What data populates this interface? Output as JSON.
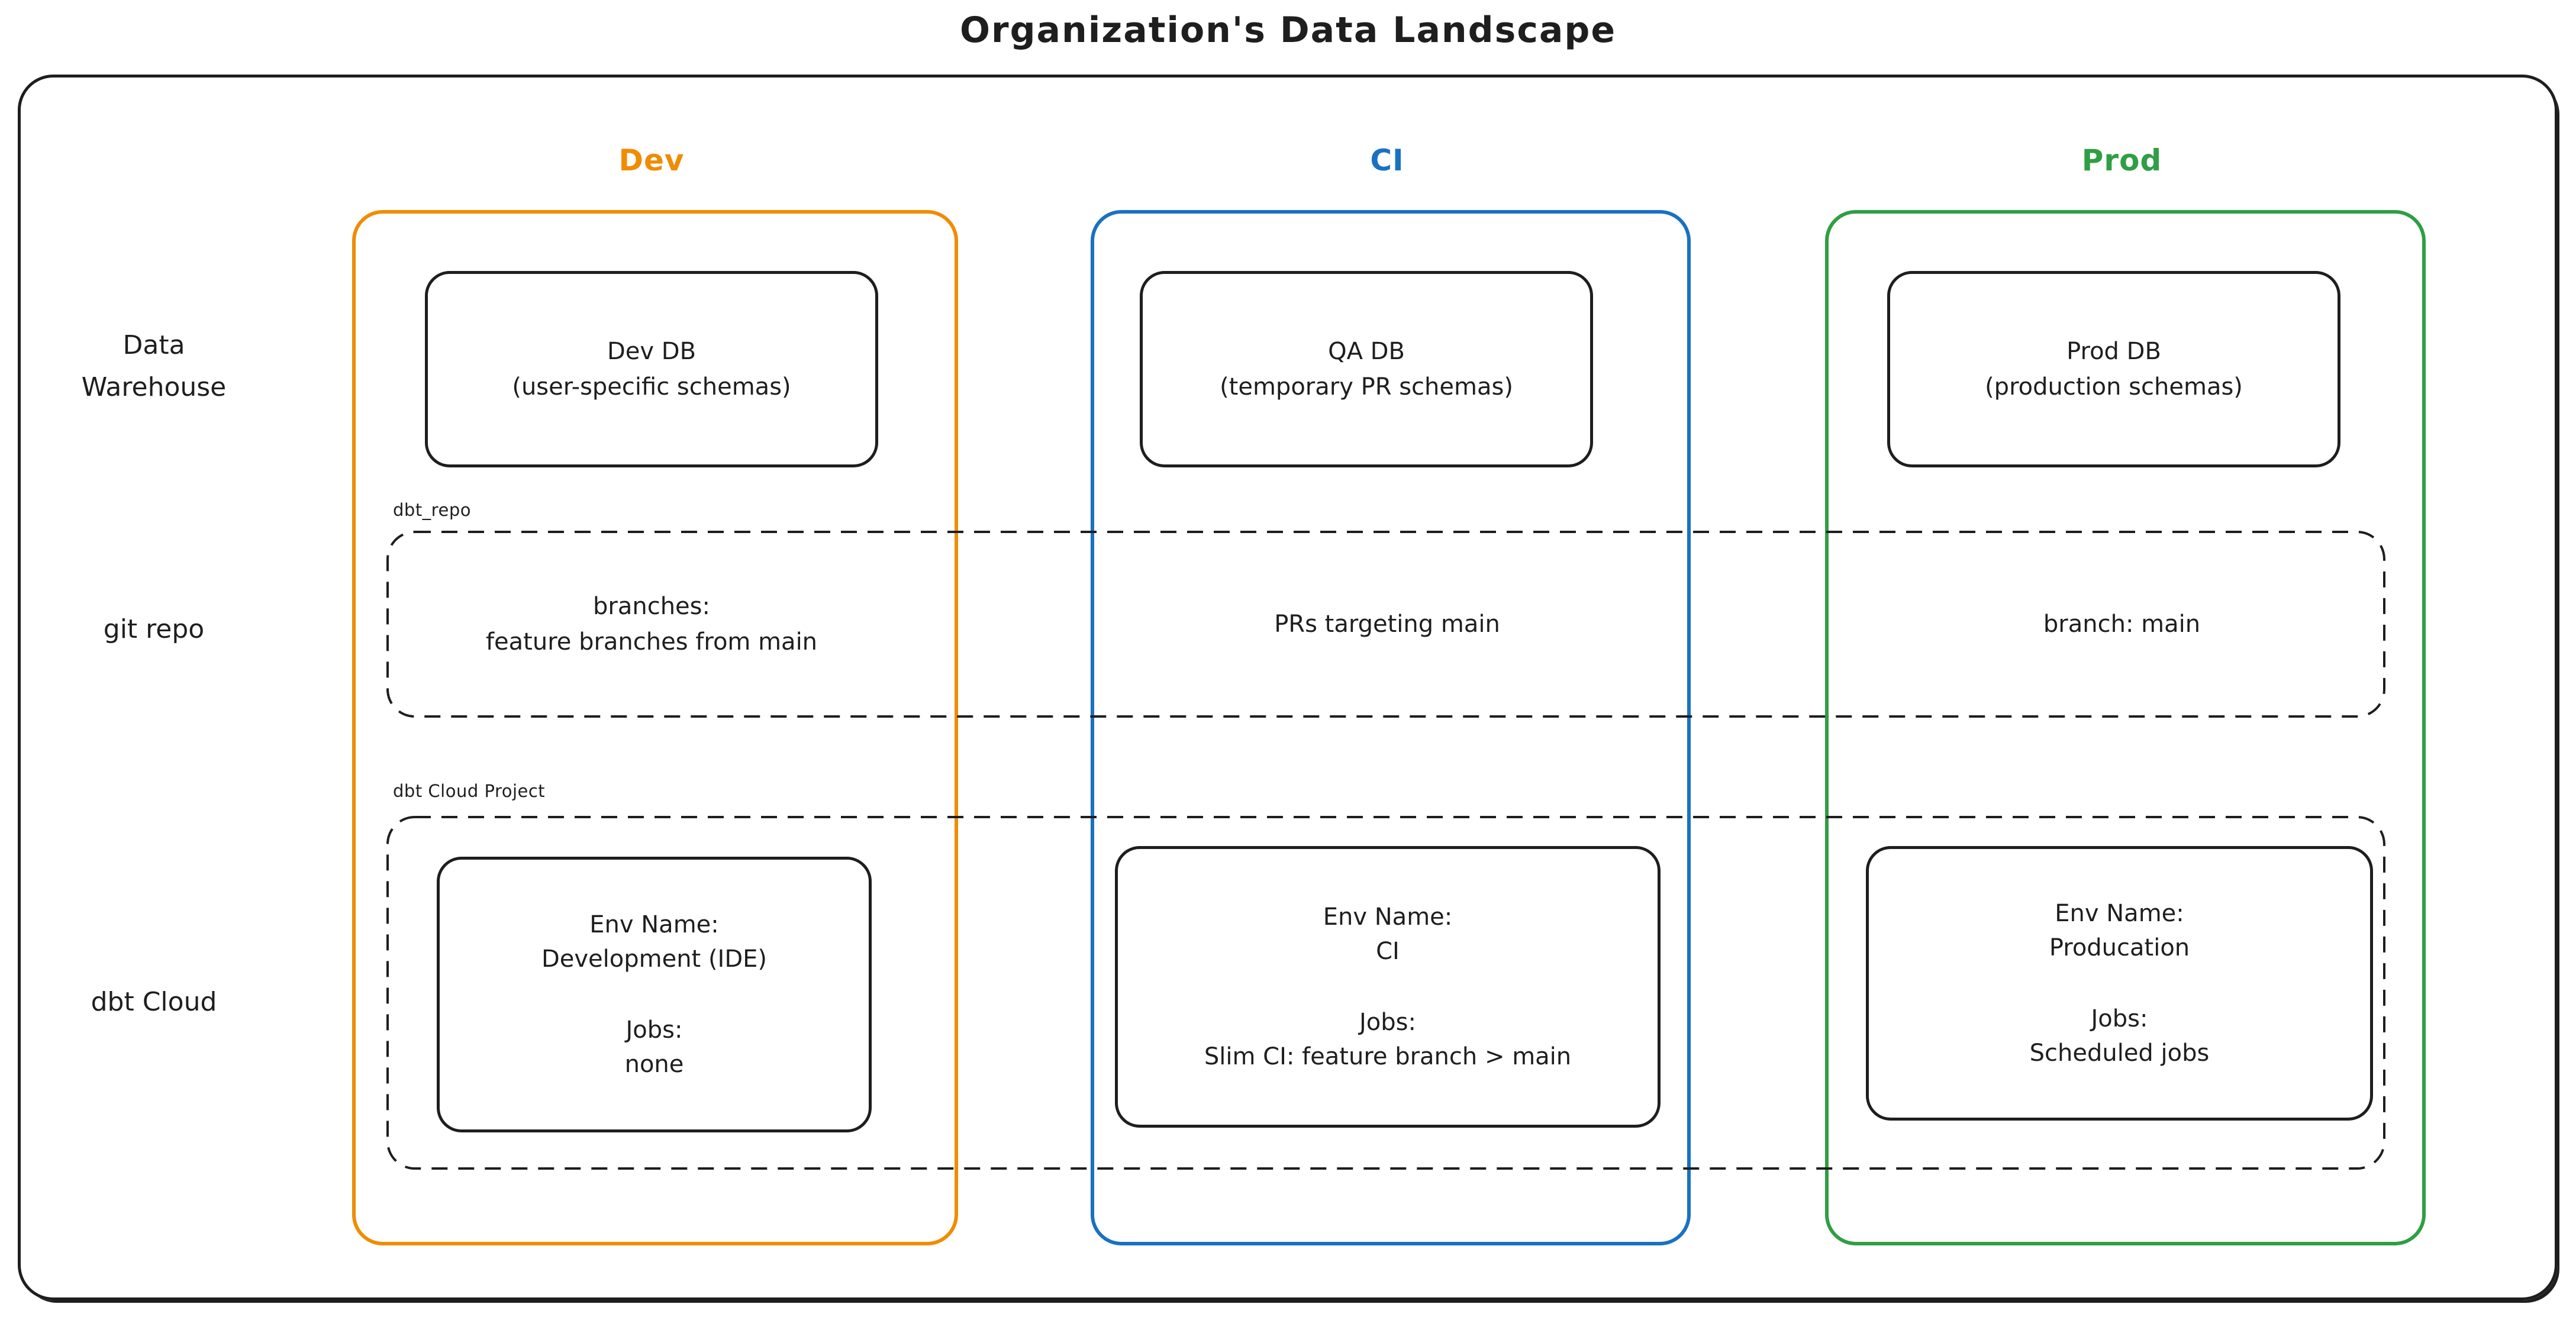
{
  "title": "Organization's Data Landscape",
  "colors": {
    "ink": "#1e1e1e",
    "dev_accent": "#f08c00",
    "ci_accent": "#1971c2",
    "prod_accent": "#2f9e44"
  },
  "row_labels": {
    "warehouse": "Data\nWarehouse",
    "git": "git repo",
    "dbt": "dbt Cloud"
  },
  "group_labels": {
    "repo": "dbt_repo",
    "cloud_project": "dbt Cloud Project"
  },
  "columns": [
    {
      "header": "Dev",
      "db": {
        "title": "Dev DB",
        "subtitle": "(user-specific schemas)"
      },
      "git": "branches:\nfeature branches from main",
      "env": {
        "label": "Env Name:",
        "name": "Development (IDE)",
        "jobs_label": "Jobs:",
        "jobs": "none"
      }
    },
    {
      "header": "CI",
      "db": {
        "title": "QA DB",
        "subtitle": "(temporary PR schemas)"
      },
      "git": "PRs targeting main",
      "env": {
        "label": "Env Name:",
        "name": "CI",
        "jobs_label": "Jobs:",
        "jobs": "Slim CI: feature branch > main"
      }
    },
    {
      "header": "Prod",
      "db": {
        "title": "Prod DB",
        "subtitle": "(production schemas)"
      },
      "git": "branch: main",
      "env": {
        "label": "Env Name:",
        "name": "Producation",
        "jobs_label": "Jobs:",
        "jobs": "Scheduled jobs"
      }
    }
  ]
}
